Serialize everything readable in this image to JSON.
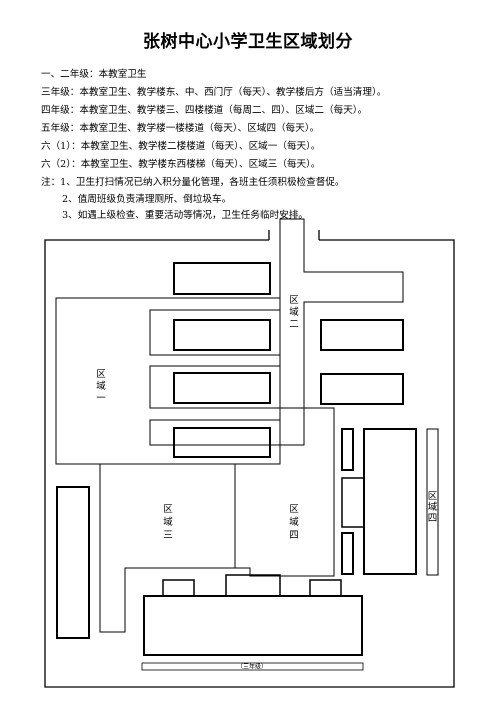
{
  "title": "张树中心小学卫生区域划分",
  "duties": [
    "一、二年级：本教室卫生",
    "三年级：本教室卫生、教学楼东、中、西门厅（每天）、教学楼后方（适当清理）。",
    "四年级：本教室卫生、教学楼三、四楼楼道（每周二、四）、区域二（每天）。",
    "五年级：本教室卫生、教学楼一楼楼道（每天）、区域四（每天）。",
    "六（1）：本教室卫生、教学楼二楼楼道（每天）、区域一（每天）。",
    "六（2）：本教室卫生、教学楼东西楼梯（每天）、区域三（每天）。"
  ],
  "notes": [
    "注：1、卫生打扫情况已纳入积分量化管理，各班主任须积极检查督促。",
    "2、值周班级负责清理厕所、倒垃圾车。",
    "3、如遇上级检查、重要活动等情况，卫生任务临时安排。"
  ],
  "map": {
    "zones": {
      "zone1": [
        "区",
        "域",
        "一"
      ],
      "zone2": [
        "区",
        "域",
        "二"
      ],
      "zone3": [
        "区",
        "域",
        "三"
      ],
      "zone4": [
        "区",
        "域",
        "四"
      ],
      "zone4_east": [
        "区",
        "域",
        "四"
      ]
    },
    "bottom_label": "（三年级）"
  }
}
